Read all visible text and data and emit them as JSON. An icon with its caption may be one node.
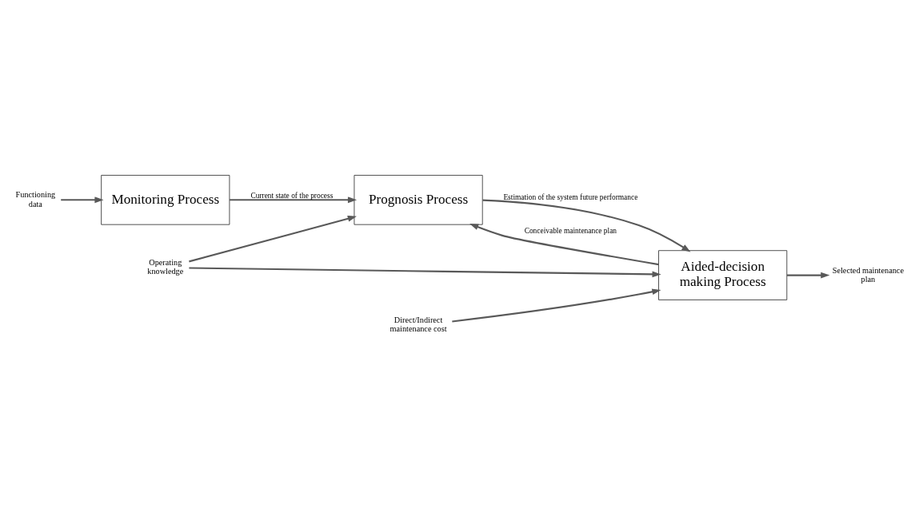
{
  "diagram": {
    "nodes": [
      {
        "text": [
          "Functioning data"
        ]
      },
      {
        "text": [
          "Monitoring Process"
        ]
      },
      {
        "text": [
          "Prognosis Process"
        ]
      },
      {
        "text": [
          "Aided-decision making Process"
        ]
      },
      {
        "text": [
          "Operating knowledge"
        ]
      },
      {
        "text": [
          "Direct/Indirect maintenance cost"
        ]
      },
      {
        "text": [
          "Selected maintenance plan"
        ]
      }
    ],
    "edges": [
      {
        "from": 0,
        "to": 1,
        "arrow": "to"
      },
      {
        "from": 1,
        "to": 2,
        "arrow": "to",
        "label": "Current state of the process"
      },
      {
        "from": 3,
        "to": 2,
        "arrow": "to",
        "label": "Conceivable maintenance plan"
      },
      {
        "from": 4,
        "to": 2,
        "arrow": "to"
      },
      {
        "from": 2,
        "to": 3,
        "arrow": "to",
        "label": "Estimation of the system future performance"
      },
      {
        "from": 4,
        "to": 3,
        "arrow": "to"
      },
      {
        "from": 5,
        "to": 3,
        "arrow": "to"
      },
      {
        "from": 3,
        "to": 6,
        "arrow": "to"
      }
    ]
  }
}
